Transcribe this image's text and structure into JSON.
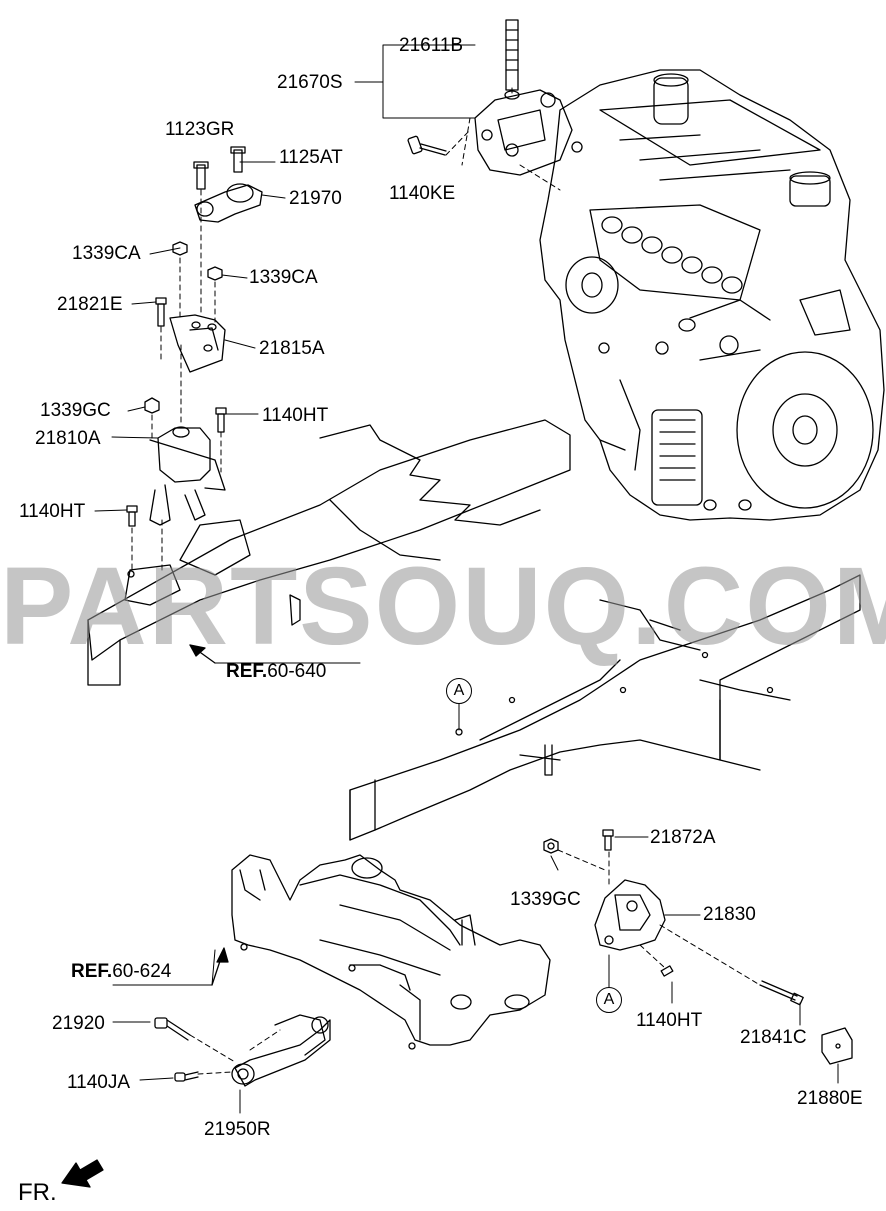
{
  "watermark": "PARTSOUQ.COM",
  "callouts": {
    "c21611B": "21611B",
    "c21670S": "21670S",
    "c1123GR": "1123GR",
    "c1125AT": "1125AT",
    "c21970": "21970",
    "c1140KE": "1140KE",
    "c1339CA_1": "1339CA",
    "c1339CA_2": "1339CA",
    "c21821E": "21821E",
    "c21815A": "21815A",
    "c1339GC_1": "1339GC",
    "c1140HT_1": "1140HT",
    "c21810A": "21810A",
    "c1140HT_2": "1140HT",
    "c21872A": "21872A",
    "c1339GC_2": "1339GC",
    "c21830": "21830",
    "c1140HT_3": "1140HT",
    "c21841C": "21841C",
    "c21880E": "21880E",
    "c21920": "21920",
    "c1140JA": "1140JA",
    "c21950R": "21950R"
  },
  "refs": {
    "ref1_prefix": "REF.",
    "ref1_num": "60-640",
    "ref2_prefix": "REF.",
    "ref2_num": "60-624"
  },
  "markers": {
    "a1": "A",
    "a2": "A"
  },
  "direction": {
    "label": "FR."
  }
}
